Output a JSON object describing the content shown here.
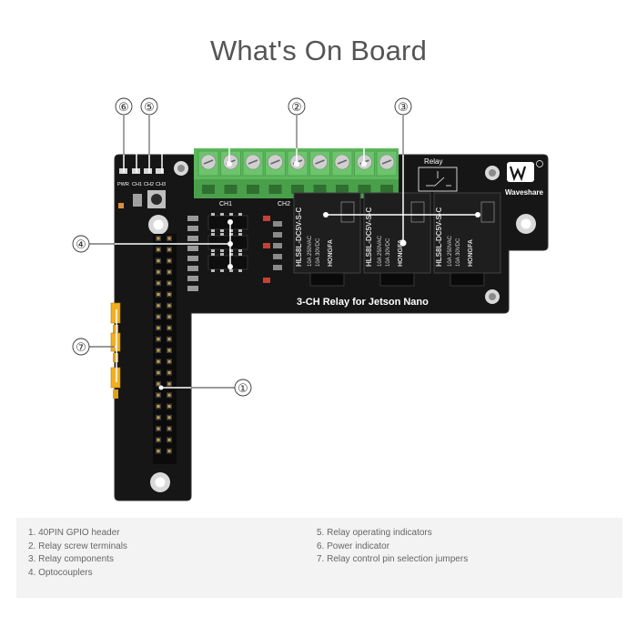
{
  "title": "What's On Board",
  "callouts": {
    "c1": "①",
    "c2": "②",
    "c3": "③",
    "c4": "④",
    "c5": "⑤",
    "c6": "⑥",
    "c7": "⑦"
  },
  "board": {
    "relay_heading": "Relay",
    "ch1": "CH1",
    "ch2": "CH2",
    "pwr": "PWR",
    "led_ch1": "CH1",
    "led_ch2": "CH2",
    "led_ch3": "CH3",
    "logo_text": "Waveshare",
    "product_name": "3-CH Relay for Jetson Nano",
    "relay_brand": "HONGFA",
    "relay_model": "HLS8L-DC5V-S-C",
    "relay_rating_1": "10A 250VAC",
    "relay_rating_2": "10A 30VDC"
  },
  "legend": {
    "left": [
      "1. 40PIN GPIO header",
      "2. Relay screw terminals",
      "3. Relay components",
      "4. Optocouplers"
    ],
    "right": [
      "5. Relay operating indicators",
      "6. Power indicator",
      "7. Relay control pin selection jumpers"
    ]
  },
  "colors": {
    "pcb": "#161616",
    "terminal_green": "#5cb85c",
    "relay_body": "#1e1e1e",
    "jumper_yellow": "#f2b01e",
    "legend_bg": "#f3f3f3"
  },
  "icons": {
    "logo": "waveshare-logo-icon",
    "relay_schematic": "relay-switch-icon"
  }
}
